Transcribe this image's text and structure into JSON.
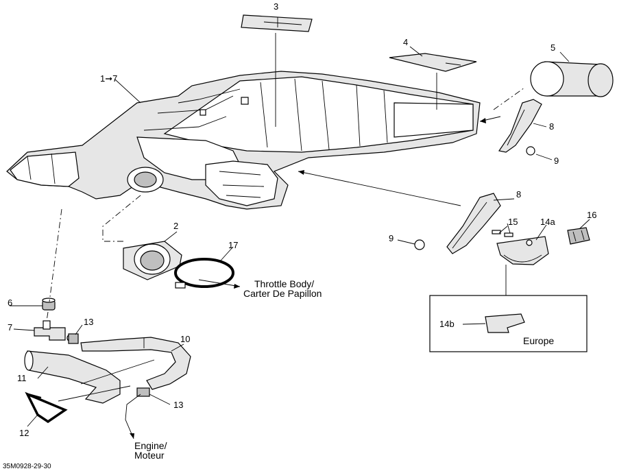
{
  "diagram": {
    "callouts": {
      "c1": "1➞7",
      "c2": "2",
      "c3": "3",
      "c4": "4",
      "c5": "5",
      "c6": "6",
      "c7": "7",
      "c8a": "8",
      "c8b": "8",
      "c9a": "9",
      "c9b": "9",
      "c10": "10",
      "c11": "11",
      "c12": "12",
      "c13a": "13",
      "c13b": "13",
      "c14a": "14a",
      "c14b": "14b",
      "c15": "15",
      "c16": "16",
      "c17": "17"
    },
    "notes": {
      "throttle_line1": "Throttle Body/",
      "throttle_line2": "Carter De Papillon",
      "engine_line1": "Engine/",
      "engine_line2": "Moteur",
      "europe": "Europe"
    },
    "figure_code": "35M0928-29-30"
  }
}
